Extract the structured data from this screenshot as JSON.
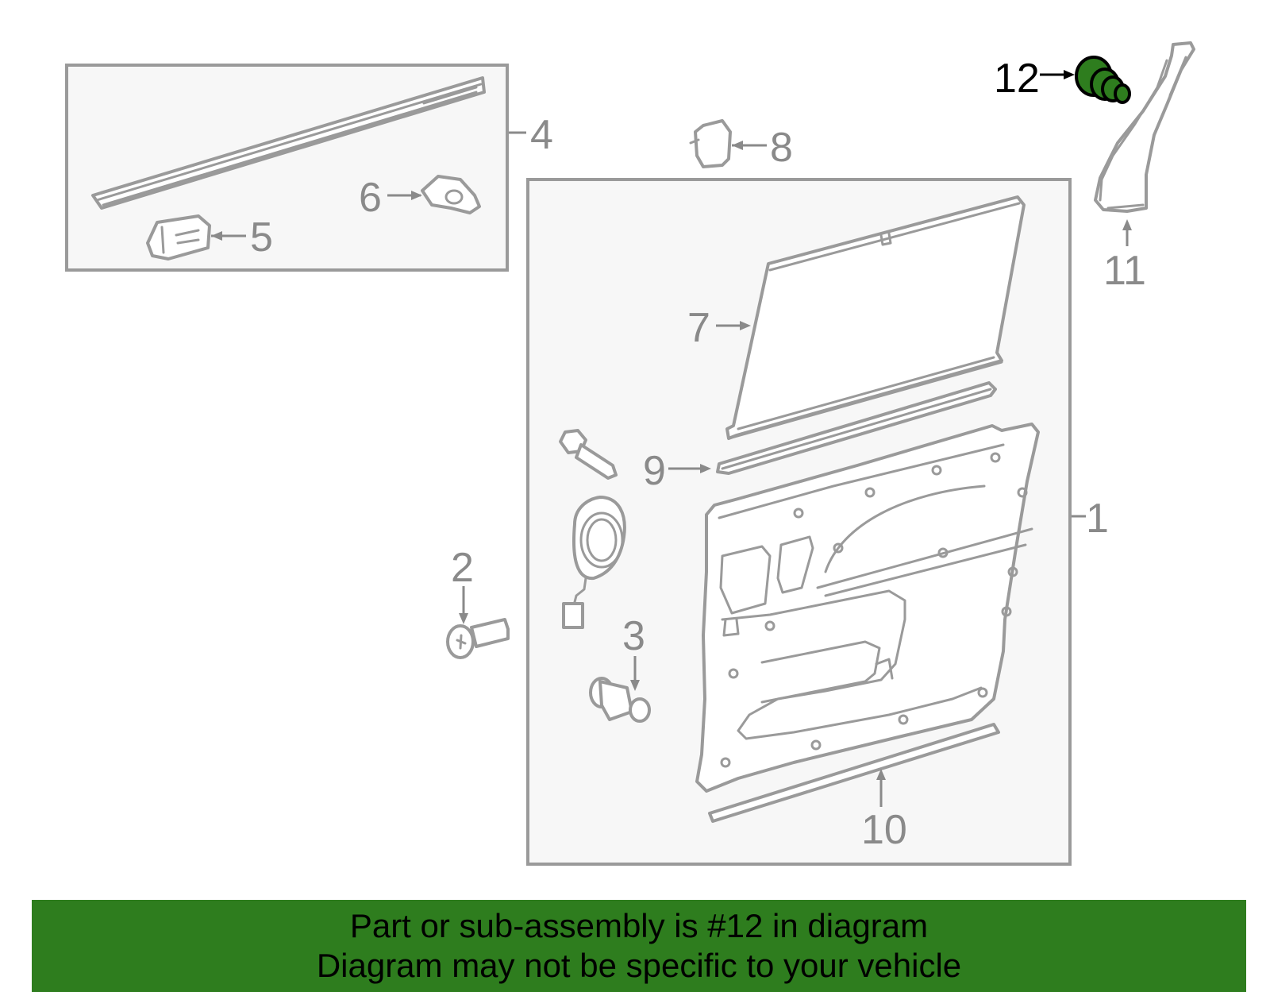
{
  "diagram": {
    "callouts": {
      "c1": "1",
      "c2": "2",
      "c3": "3",
      "c4": "4",
      "c5": "5",
      "c6": "6",
      "c7": "7",
      "c8": "8",
      "c9": "9",
      "c10": "10",
      "c11": "11",
      "c12": "12"
    },
    "highlighted_part": "12"
  },
  "colors": {
    "highlight": "#2e7d1e",
    "line": "#9a9a9a",
    "box_fill": "#f7f7f7"
  },
  "banner": {
    "line1": "Part or sub-assembly is #12 in diagram",
    "line2": "Diagram may not be specific to your vehicle"
  }
}
